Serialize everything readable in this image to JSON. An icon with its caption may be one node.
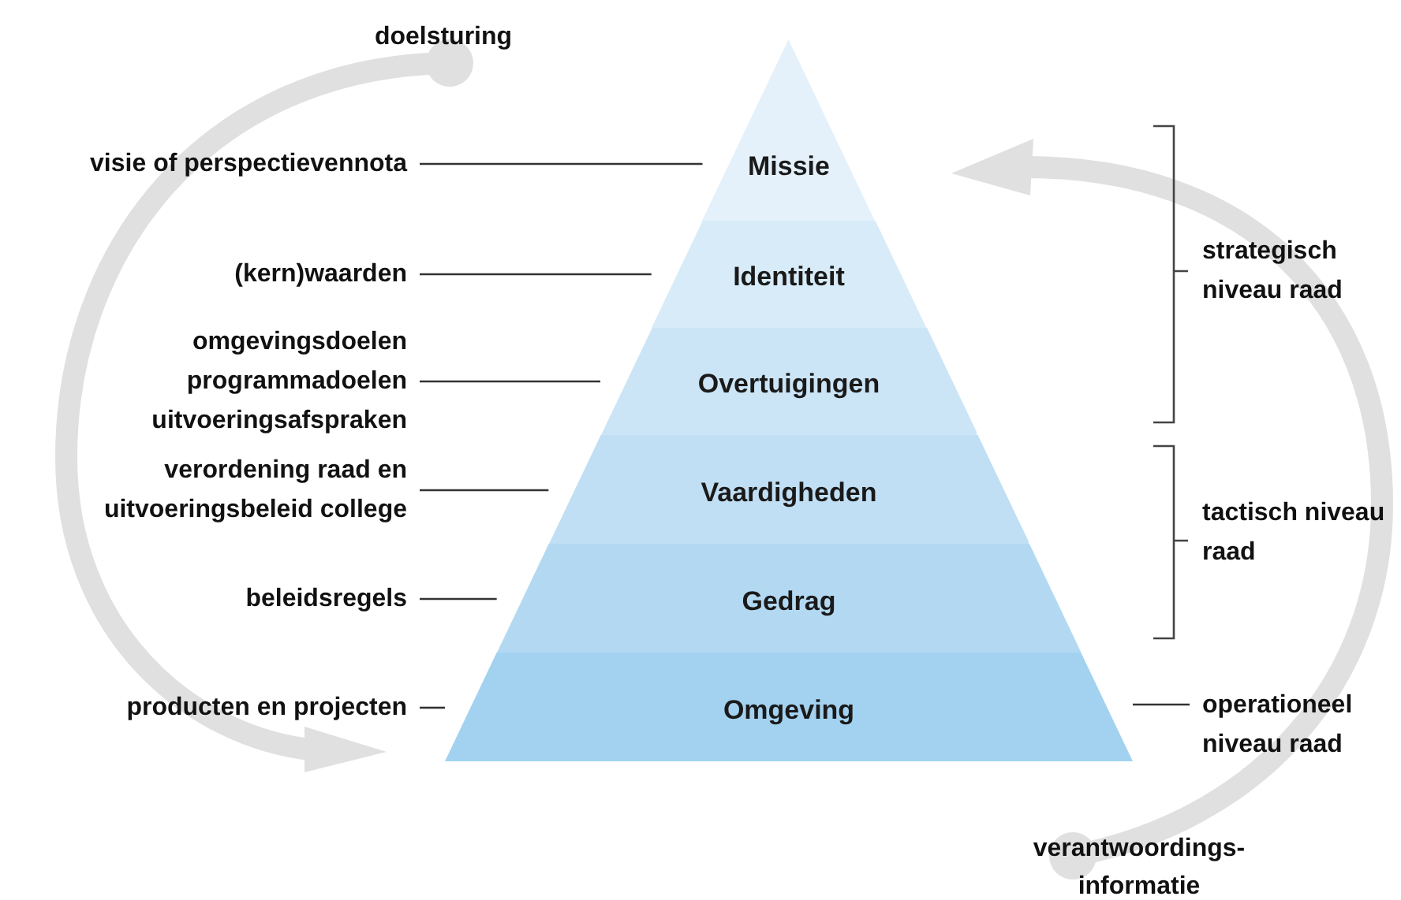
{
  "diagram": {
    "nodes": [
      {
        "text": [
          "Missie"
        ]
      },
      {
        "text": [
          "Identiteit"
        ]
      },
      {
        "text": [
          "Overtuigingen"
        ]
      },
      {
        "text": [
          "Vaardigheden"
        ]
      },
      {
        "text": [
          "Gedrag"
        ]
      },
      {
        "text": [
          "Omgeving"
        ]
      },
      {
        "text": [
          "visie of perspectievennota"
        ]
      },
      {
        "text": [
          "(kern)waarden"
        ]
      },
      {
        "text": [
          "omgevingsdoelen programmadoelen uitvoeringsafspraken"
        ]
      },
      {
        "text": [
          "verordening raad en uitvoeringsbeleid college"
        ]
      },
      {
        "text": [
          "beleidsregels"
        ]
      },
      {
        "text": [
          "producten en projecten"
        ]
      },
      {
        "text": [
          "strategisch niveau raad"
        ]
      },
      {
        "text": [
          "tactisch niveau raad"
        ]
      },
      {
        "text": [
          "operationeel niveau raad"
        ]
      }
    ],
    "edges": [
      {
        "from": 6,
        "to": 0,
        "arrow": "none"
      },
      {
        "from": 7,
        "to": 1,
        "arrow": "none"
      },
      {
        "from": 8,
        "to": 2,
        "arrow": "none"
      },
      {
        "from": 9,
        "to": 3,
        "arrow": "none"
      },
      {
        "from": 10,
        "to": 4,
        "arrow": "none"
      },
      {
        "from": 11,
        "to": 5,
        "arrow": "none"
      },
      {
        "from": 14,
        "to": 5,
        "arrow": "none"
      }
    ],
    "labels": [
      "doelsturing",
      "verantwoordings-informatie"
    ]
  }
}
